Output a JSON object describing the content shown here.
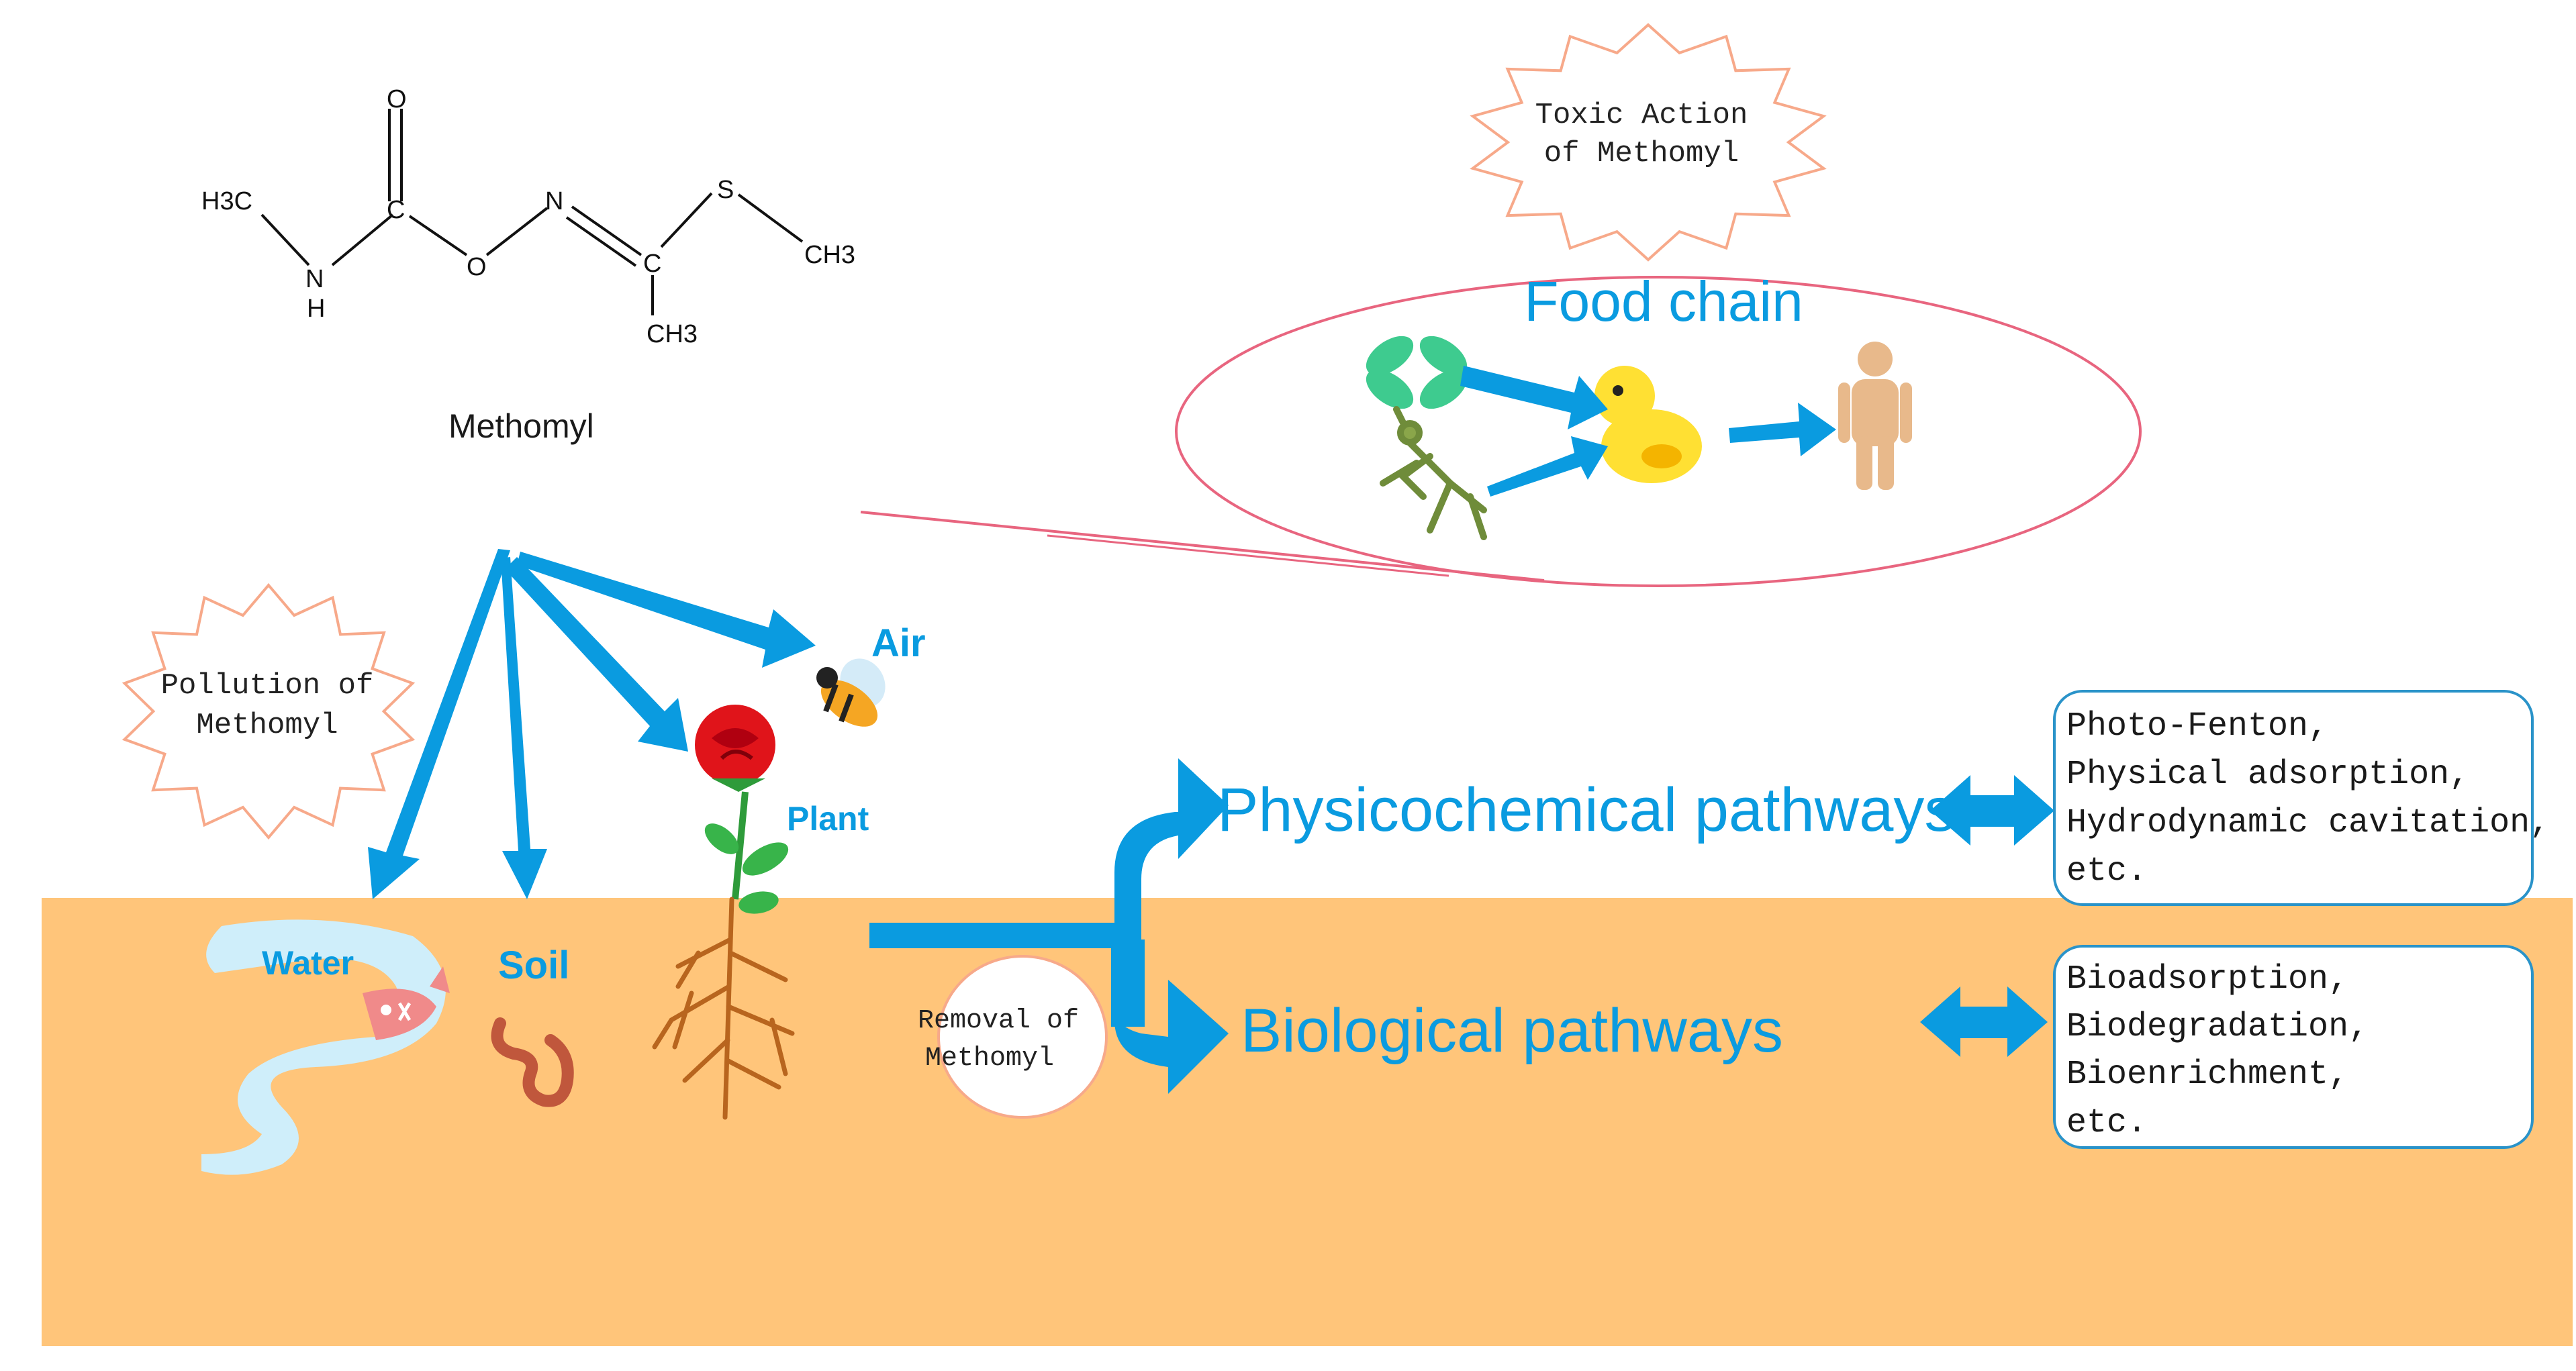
{
  "molecule": {
    "name": "Methomyl",
    "atoms": {
      "h3c": "H3C",
      "n_left": "N",
      "h": "H",
      "c_carbonyl": "C",
      "o_top": "O",
      "o_mid": "O",
      "n_right": "N",
      "c_imine": "C",
      "ch3_bottom": "CH3",
      "s": "S",
      "ch3_right": "CH3"
    }
  },
  "toxic_badge": {
    "line1": "Toxic Action",
    "line2": "of Methomyl"
  },
  "food_chain": {
    "title": "Food chain"
  },
  "pollution_badge": {
    "line1": "Pollution of",
    "line2": "Methomyl"
  },
  "compartments": {
    "air": "Air",
    "plant": "Plant",
    "water": "Water",
    "soil": "Soil"
  },
  "removal_badge": {
    "line1": "Removal of",
    "line2": "Methomyl"
  },
  "pathways": {
    "physicochemical": {
      "label": "Physicochemical pathways",
      "methods": [
        "Photo-Fenton,",
        "Physical adsorption,",
        "Hydrodynamic cavitation,",
        "etc."
      ]
    },
    "biological": {
      "label": "Biological pathways",
      "methods": [
        "Bioadsorption,",
        "Biodegradation,",
        "Bioenrichment,",
        "etc."
      ]
    }
  },
  "colors": {
    "arrow_blue": "#0a9be0",
    "ground": "#ffc57a",
    "water": "#cfeefa",
    "badge_border": "#f7a98a",
    "ellipse_border": "#e8657f",
    "box_border": "#2a93c9"
  }
}
